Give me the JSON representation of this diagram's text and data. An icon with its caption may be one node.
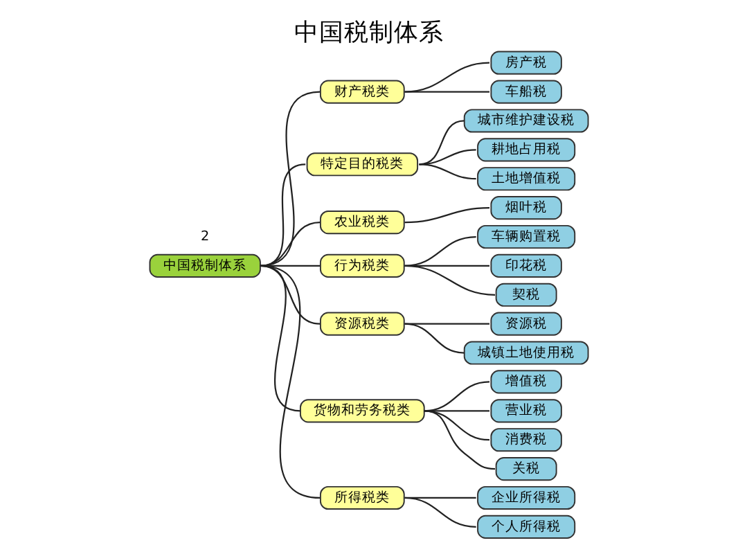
{
  "diagram": {
    "title": "中国税制体系",
    "nodes": [
      {
        "text": [
          "中国税制体系"
        ]
      },
      {
        "text": [
          "财产税类"
        ]
      },
      {
        "text": [
          "房产税"
        ]
      },
      {
        "text": [
          "车船税"
        ]
      },
      {
        "text": [
          "特定目的税类"
        ]
      },
      {
        "text": [
          "城市维护建设税"
        ]
      },
      {
        "text": [
          "耕地占用税"
        ]
      },
      {
        "text": [
          "土地增值税"
        ]
      },
      {
        "text": [
          "农业税类"
        ]
      },
      {
        "text": [
          "烟叶税"
        ]
      },
      {
        "text": [
          "行为税类"
        ]
      },
      {
        "text": [
          "车辆购置税"
        ]
      },
      {
        "text": [
          "印花税"
        ]
      },
      {
        "text": [
          "契税"
        ]
      },
      {
        "text": [
          "资源税类"
        ]
      },
      {
        "text": [
          "资源税"
        ]
      },
      {
        "text": [
          "城镇土地使用税"
        ]
      },
      {
        "text": [
          "货物和劳务税类"
        ]
      },
      {
        "text": [
          "增值税"
        ]
      },
      {
        "text": [
          "营业税"
        ]
      },
      {
        "text": [
          "消费税"
        ]
      },
      {
        "text": [
          "关税"
        ]
      },
      {
        "text": [
          "所得税类"
        ]
      },
      {
        "text": [
          "企业所得税"
        ]
      },
      {
        "text": [
          "个人所得税"
        ]
      }
    ],
    "edges": [
      {
        "from": 0,
        "to": 1,
        "arrow": "none"
      },
      {
        "from": 0,
        "to": 4,
        "arrow": "none"
      },
      {
        "from": 0,
        "to": 8,
        "arrow": "none"
      },
      {
        "from": 0,
        "to": 10,
        "arrow": "none"
      },
      {
        "from": 0,
        "to": 14,
        "arrow": "none"
      },
      {
        "from": 0,
        "to": 17,
        "arrow": "none"
      },
      {
        "from": 0,
        "to": 22,
        "arrow": "none"
      },
      {
        "from": 1,
        "to": 2,
        "arrow": "none"
      },
      {
        "from": 1,
        "to": 3,
        "arrow": "none"
      },
      {
        "from": 4,
        "to": 5,
        "arrow": "none"
      },
      {
        "from": 4,
        "to": 6,
        "arrow": "none"
      },
      {
        "from": 4,
        "to": 7,
        "arrow": "none"
      },
      {
        "from": 8,
        "to": 9,
        "arrow": "none"
      },
      {
        "from": 10,
        "to": 11,
        "arrow": "none"
      },
      {
        "from": 10,
        "to": 12,
        "arrow": "none"
      },
      {
        "from": 10,
        "to": 13,
        "arrow": "none"
      },
      {
        "from": 14,
        "to": 15,
        "arrow": "none"
      },
      {
        "from": 14,
        "to": 16,
        "arrow": "none"
      },
      {
        "from": 17,
        "to": 18,
        "arrow": "none"
      },
      {
        "from": 17,
        "to": 19,
        "arrow": "none"
      },
      {
        "from": 17,
        "to": 20,
        "arrow": "none"
      },
      {
        "from": 17,
        "to": 21,
        "arrow": "none"
      },
      {
        "from": 22,
        "to": 23,
        "arrow": "none"
      },
      {
        "from": 22,
        "to": 24,
        "arrow": "none"
      }
    ],
    "labels": [
      "2"
    ]
  }
}
